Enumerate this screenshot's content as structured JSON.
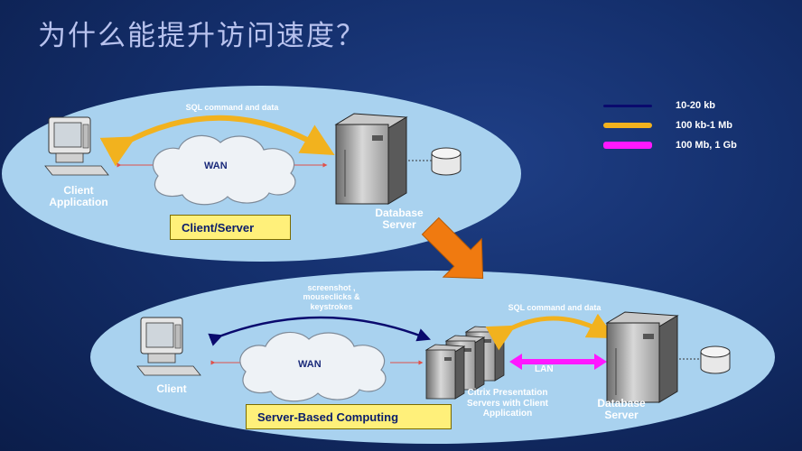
{
  "title": "为什么能提升访问速度？",
  "legend": [
    {
      "label": "10-20 kb",
      "color": "#0a0a6e"
    },
    {
      "label": "100 kb-1 Mb",
      "color": "#f2b21e"
    },
    {
      "label": "100 Mb, 1 Gb",
      "color": "#ff18ff"
    }
  ],
  "top": {
    "arrow_label": "SQL command and data",
    "wan": "WAN",
    "client_label": "Client Application",
    "server_label": "Database Server",
    "box_label": "Client/Server"
  },
  "bottom": {
    "arrow_label": "screenshot , mouseclicks & keystrokes",
    "wan": "WAN",
    "client_label": "Client",
    "sql_label": "SQL command and data",
    "lan": "LAN",
    "citrix_label": "Citrix Presentation Servers with Client Application",
    "server_label": "Database Server",
    "box_label": "Server-Based Computing"
  }
}
